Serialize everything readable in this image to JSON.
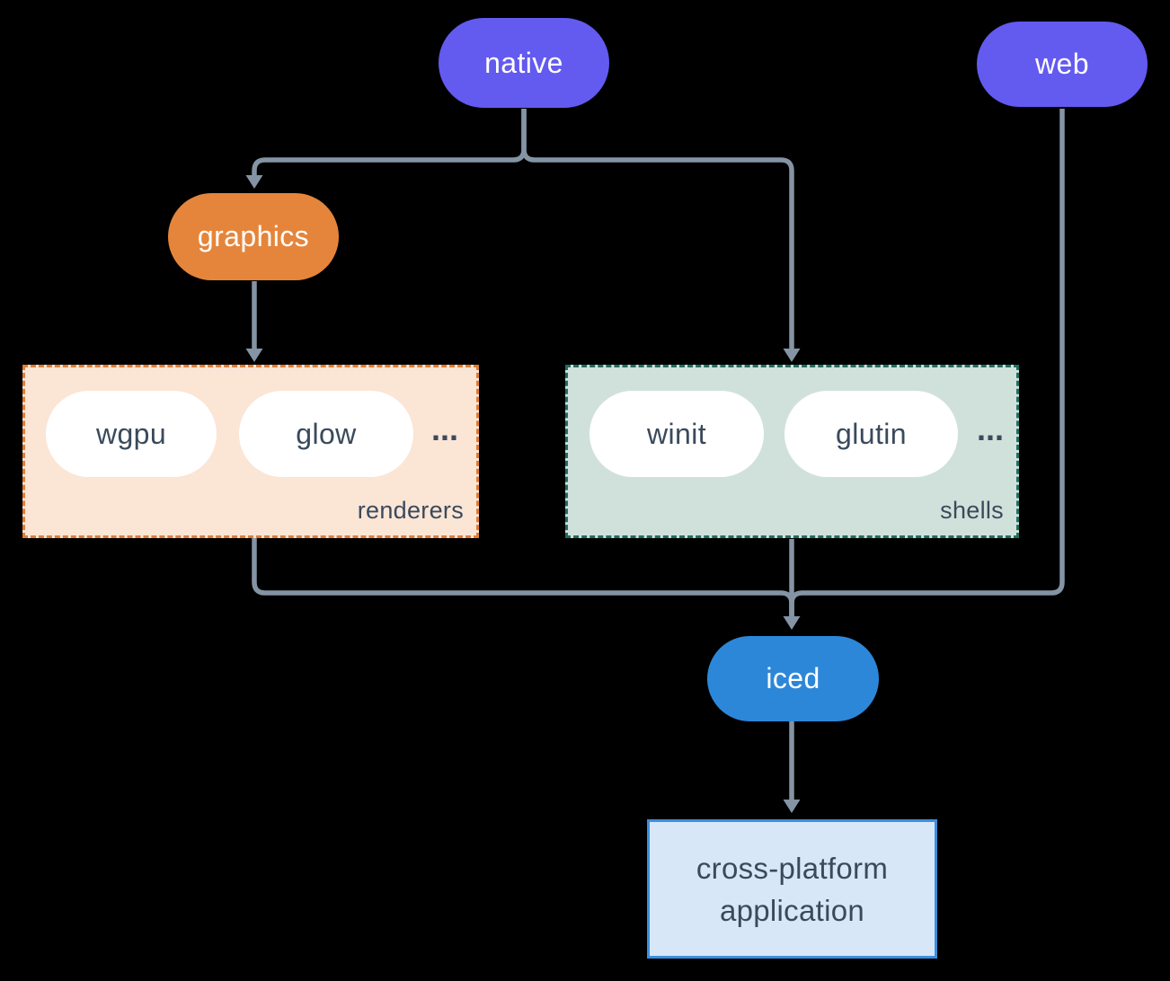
{
  "colors": {
    "background": "#000000",
    "node_purple": "#635af0",
    "node_orange": "#e5853b",
    "node_blue": "#2d87d8",
    "node_text_light": "#ffffff",
    "pill_white": "#ffffff",
    "text_dark_slate": "#3a4a5c",
    "renderers_fill": "#fbe5d5",
    "renderers_border": "#e07d35",
    "shells_fill": "#d0e1db",
    "shells_border": "#236c60",
    "application_fill": "#d7e7f8",
    "application_border": "#3b8ede",
    "connector": "#8494a4"
  },
  "nodes": {
    "native": {
      "label": "native"
    },
    "web": {
      "label": "web"
    },
    "graphics": {
      "label": "graphics"
    },
    "iced": {
      "label": "iced"
    },
    "application": {
      "line1": "cross-platform",
      "line2": "application"
    }
  },
  "groups": {
    "renderers": {
      "label": "renderers",
      "ellipsis": "...",
      "items": [
        {
          "label": "wgpu"
        },
        {
          "label": "glow"
        }
      ]
    },
    "shells": {
      "label": "shells",
      "ellipsis": "...",
      "items": [
        {
          "label": "winit"
        },
        {
          "label": "glutin"
        }
      ]
    }
  },
  "edges": [
    {
      "from": "native",
      "to": "graphics"
    },
    {
      "from": "native",
      "to": "shells"
    },
    {
      "from": "graphics",
      "to": "renderers"
    },
    {
      "from": "renderers",
      "to": "iced"
    },
    {
      "from": "shells",
      "to": "iced"
    },
    {
      "from": "web",
      "to": "iced"
    },
    {
      "from": "iced",
      "to": "application"
    }
  ]
}
